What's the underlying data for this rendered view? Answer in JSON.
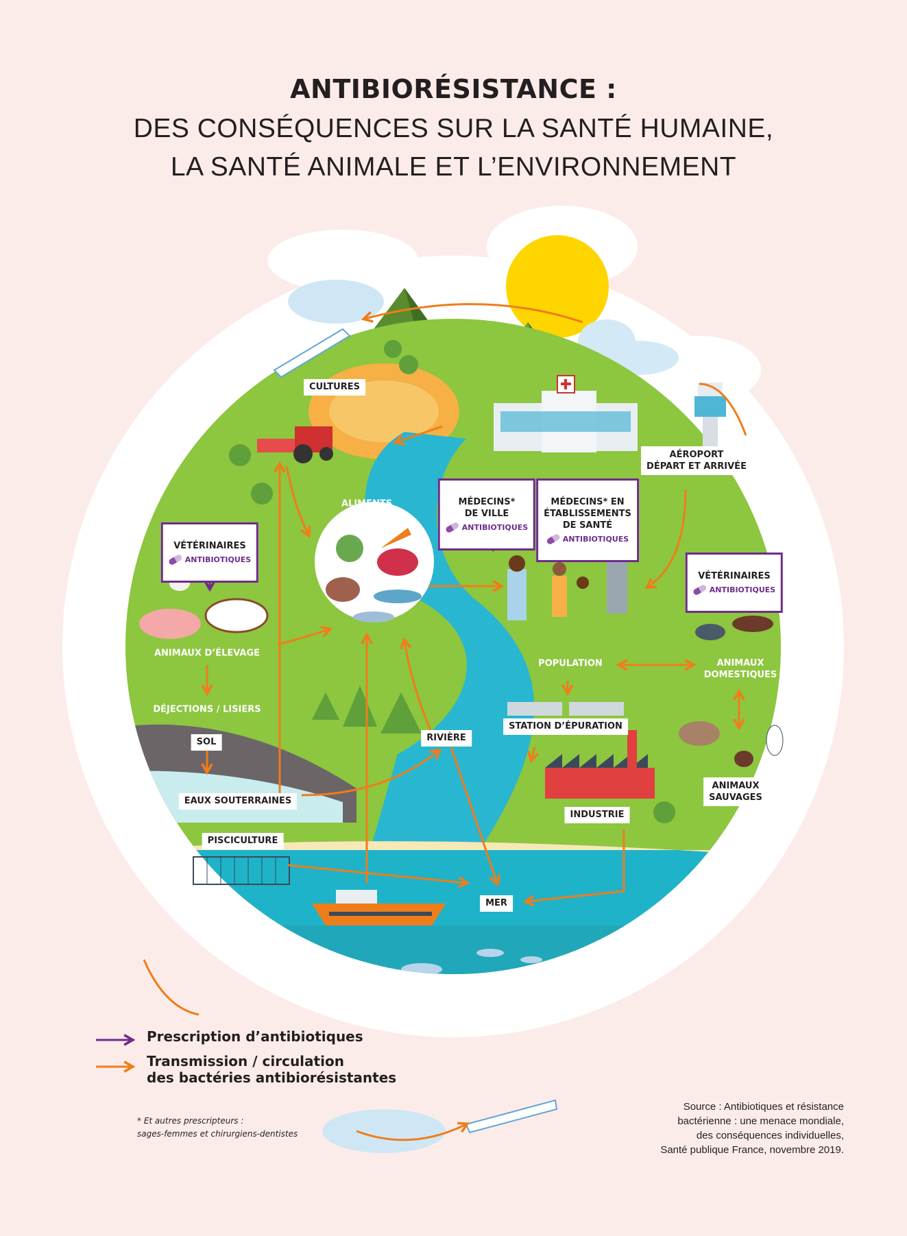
{
  "title": {
    "main": "ANTIBIORÉSISTANCE :",
    "line1": "DES CONSÉQUENCES SUR LA SANTÉ HUMAINE,",
    "line2": "LA SANTÉ ANIMALE ET L’ENVIRONNEMENT"
  },
  "labels": {
    "cultures": "CULTURES",
    "aliments": "ALIMENTS",
    "aeroport": "AÉROPORT\nDÉPART ET ARRIVÉE",
    "animaux_elevage": "ANIMAUX D’ÉLEVAGE",
    "dejections": "DÉJECTIONS / LISIERS",
    "sol": "SOL",
    "eaux_souterraines": "EAUX SOUTERRAINES",
    "pisciculture": "PISCICULTURE",
    "riviere": "RIVIÈRE",
    "population": "POPULATION",
    "animaux_domestiques": "ANIMAUX\nDOMESTIQUES",
    "station_epuration": "STATION D’ÉPURATION",
    "animaux_sauvages": "ANIMAUX\nSAUVAGES",
    "industrie": "INDUSTRIE",
    "mer": "MER"
  },
  "prescribers": {
    "veterinaires_left": "VÉTÉRINAIRES",
    "medecins_ville": "MÉDECINS*\nDE VILLE",
    "medecins_etab": "MÉDECINS* EN\nÉTABLISSEMENTS\nDE SANTÉ",
    "veterinaires_right": "VÉTÉRINAIRES",
    "tag": "ANTIBIOTIQUES"
  },
  "legend": {
    "prescription": "Prescription d’antibiotiques",
    "transmission": "Transmission / circulation\ndes bactéries antibiorésistantes",
    "prescription_color": "#6e2c8c",
    "transmission_color": "#ef7d1a"
  },
  "footnote": "* Et autres prescripteurs :\nsages-femmes et chirurgiens-dentistes",
  "source": "Source : Antibiotiques et résistance\nbactérienne : une menace mondiale,\ndes conséquences individuelles,\nSanté publique France, novembre 2019.",
  "colors": {
    "background": "#fcece9",
    "grass": "#8dc63f",
    "river": "#29b6d0",
    "sea": "#1fb3c9",
    "arrow_orange": "#ef7d1a",
    "purple": "#6e2c8c",
    "sun": "#ffd500"
  }
}
